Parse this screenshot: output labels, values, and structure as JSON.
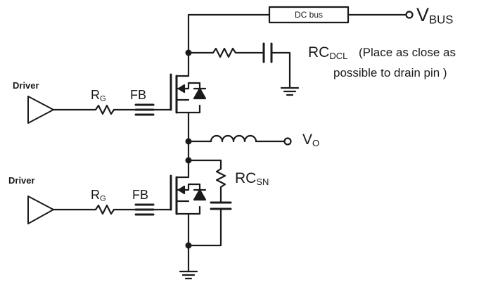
{
  "labels": {
    "driver_high": "Driver",
    "driver_low": "Driver",
    "rg_high_main": "R",
    "rg_high_sub": "G",
    "rg_low_main": "R",
    "rg_low_sub": "G",
    "fb_high": "FB",
    "fb_low": "FB",
    "dc_bus": "DC bus",
    "vbus_main": "V",
    "vbus_sub": "BUS",
    "rcdcl_main": "RC",
    "rcdcl_sub": "DCL",
    "rcdcl_note_line1": "(Place as close as",
    "rcdcl_note_line2": "possible to drain pin )",
    "vo_main": "V",
    "vo_sub": "O",
    "rcsn_main": "RC",
    "rcsn_sub": "SN"
  },
  "colors": {
    "wire": "#1a1a1a",
    "background": "#ffffff"
  }
}
